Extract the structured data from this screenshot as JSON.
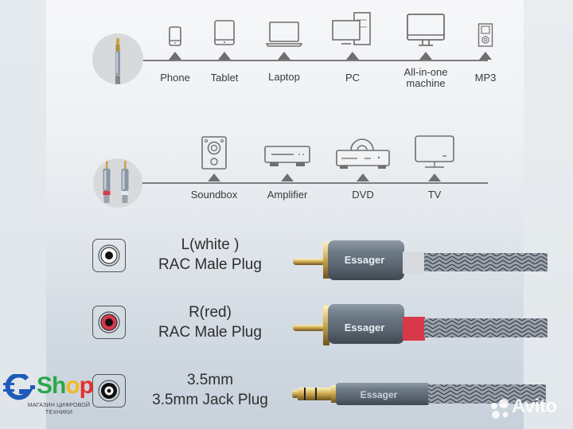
{
  "colors": {
    "icon_stroke": "#6f6f6f",
    "line": "#7d7d7d",
    "red_plug": "#d8394a",
    "gold": "#c9a44a",
    "gshop_blue": "#1d5bb8",
    "gshop_green": "#2aa84a",
    "gshop_yellow": "#f3b91d",
    "gshop_red": "#e5312b"
  },
  "row1": {
    "hub_icon": "3.5mm-jack-icon",
    "devices": [
      {
        "label": "Phone",
        "icon": "phone-icon"
      },
      {
        "label": "Tablet",
        "icon": "tablet-icon"
      },
      {
        "label": "Laptop",
        "icon": "laptop-icon"
      },
      {
        "label": "PC",
        "icon": "desktop-pc-icon"
      },
      {
        "label": "All-in-one",
        "label2": "machine",
        "icon": "monitor-icon"
      },
      {
        "label": "MP3",
        "icon": "mp3-player-icon"
      }
    ]
  },
  "row2": {
    "hub_icon": "rca-plugs-icon",
    "devices": [
      {
        "label": "Soundbox",
        "icon": "speaker-icon"
      },
      {
        "label": "Amplifier",
        "icon": "amplifier-icon"
      },
      {
        "label": "DVD",
        "icon": "dvd-player-icon"
      },
      {
        "label": "TV",
        "icon": "tv-icon"
      }
    ]
  },
  "plugs": [
    {
      "title": "L(white )",
      "subtitle": "RAC Male Plug",
      "brand": "Essager",
      "socket": "white"
    },
    {
      "title": "R(red)",
      "subtitle": "RAC Male Plug",
      "brand": "Essager",
      "socket": "red"
    },
    {
      "title": "3.5mm",
      "subtitle": "3.5mm Jack Plug",
      "brand": "Essager",
      "socket": "black"
    }
  ],
  "watermarks": {
    "shop_logo_g": "G",
    "shop_logo_dash": "-",
    "shop_letters": [
      "S",
      "h",
      "o",
      "p"
    ],
    "shop_sub1": "МАГАЗИН ЦИФРОВОЙ",
    "shop_sub2": "ТЕХНИКИ",
    "avito": "Avito"
  }
}
